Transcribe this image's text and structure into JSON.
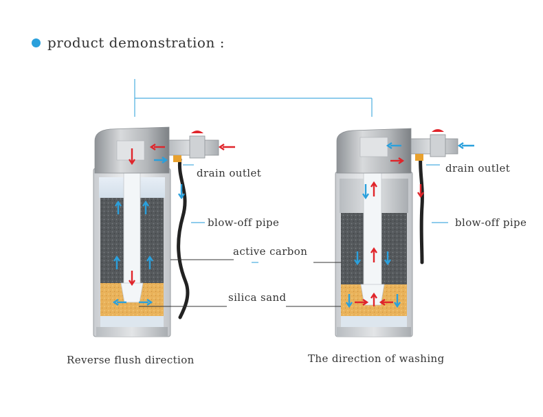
{
  "heading": {
    "title": "product demonstration :",
    "dot_color": "#2aa0dc"
  },
  "labels": {
    "drain_outlet": "drain outlet",
    "blow_off_pipe": "blow-off pipe",
    "active_carbon": "active carbon",
    "silica_sand": "silica sand"
  },
  "captions": {
    "left": "Reverse flush direction",
    "right": "The direction of washing"
  },
  "colors": {
    "inflow_arrow": "#e0242a",
    "outflow_arrow": "#2aa0dc",
    "carbon": "#55595c",
    "sand": "#e9b25a",
    "pipe_line": "#4aaee0"
  }
}
